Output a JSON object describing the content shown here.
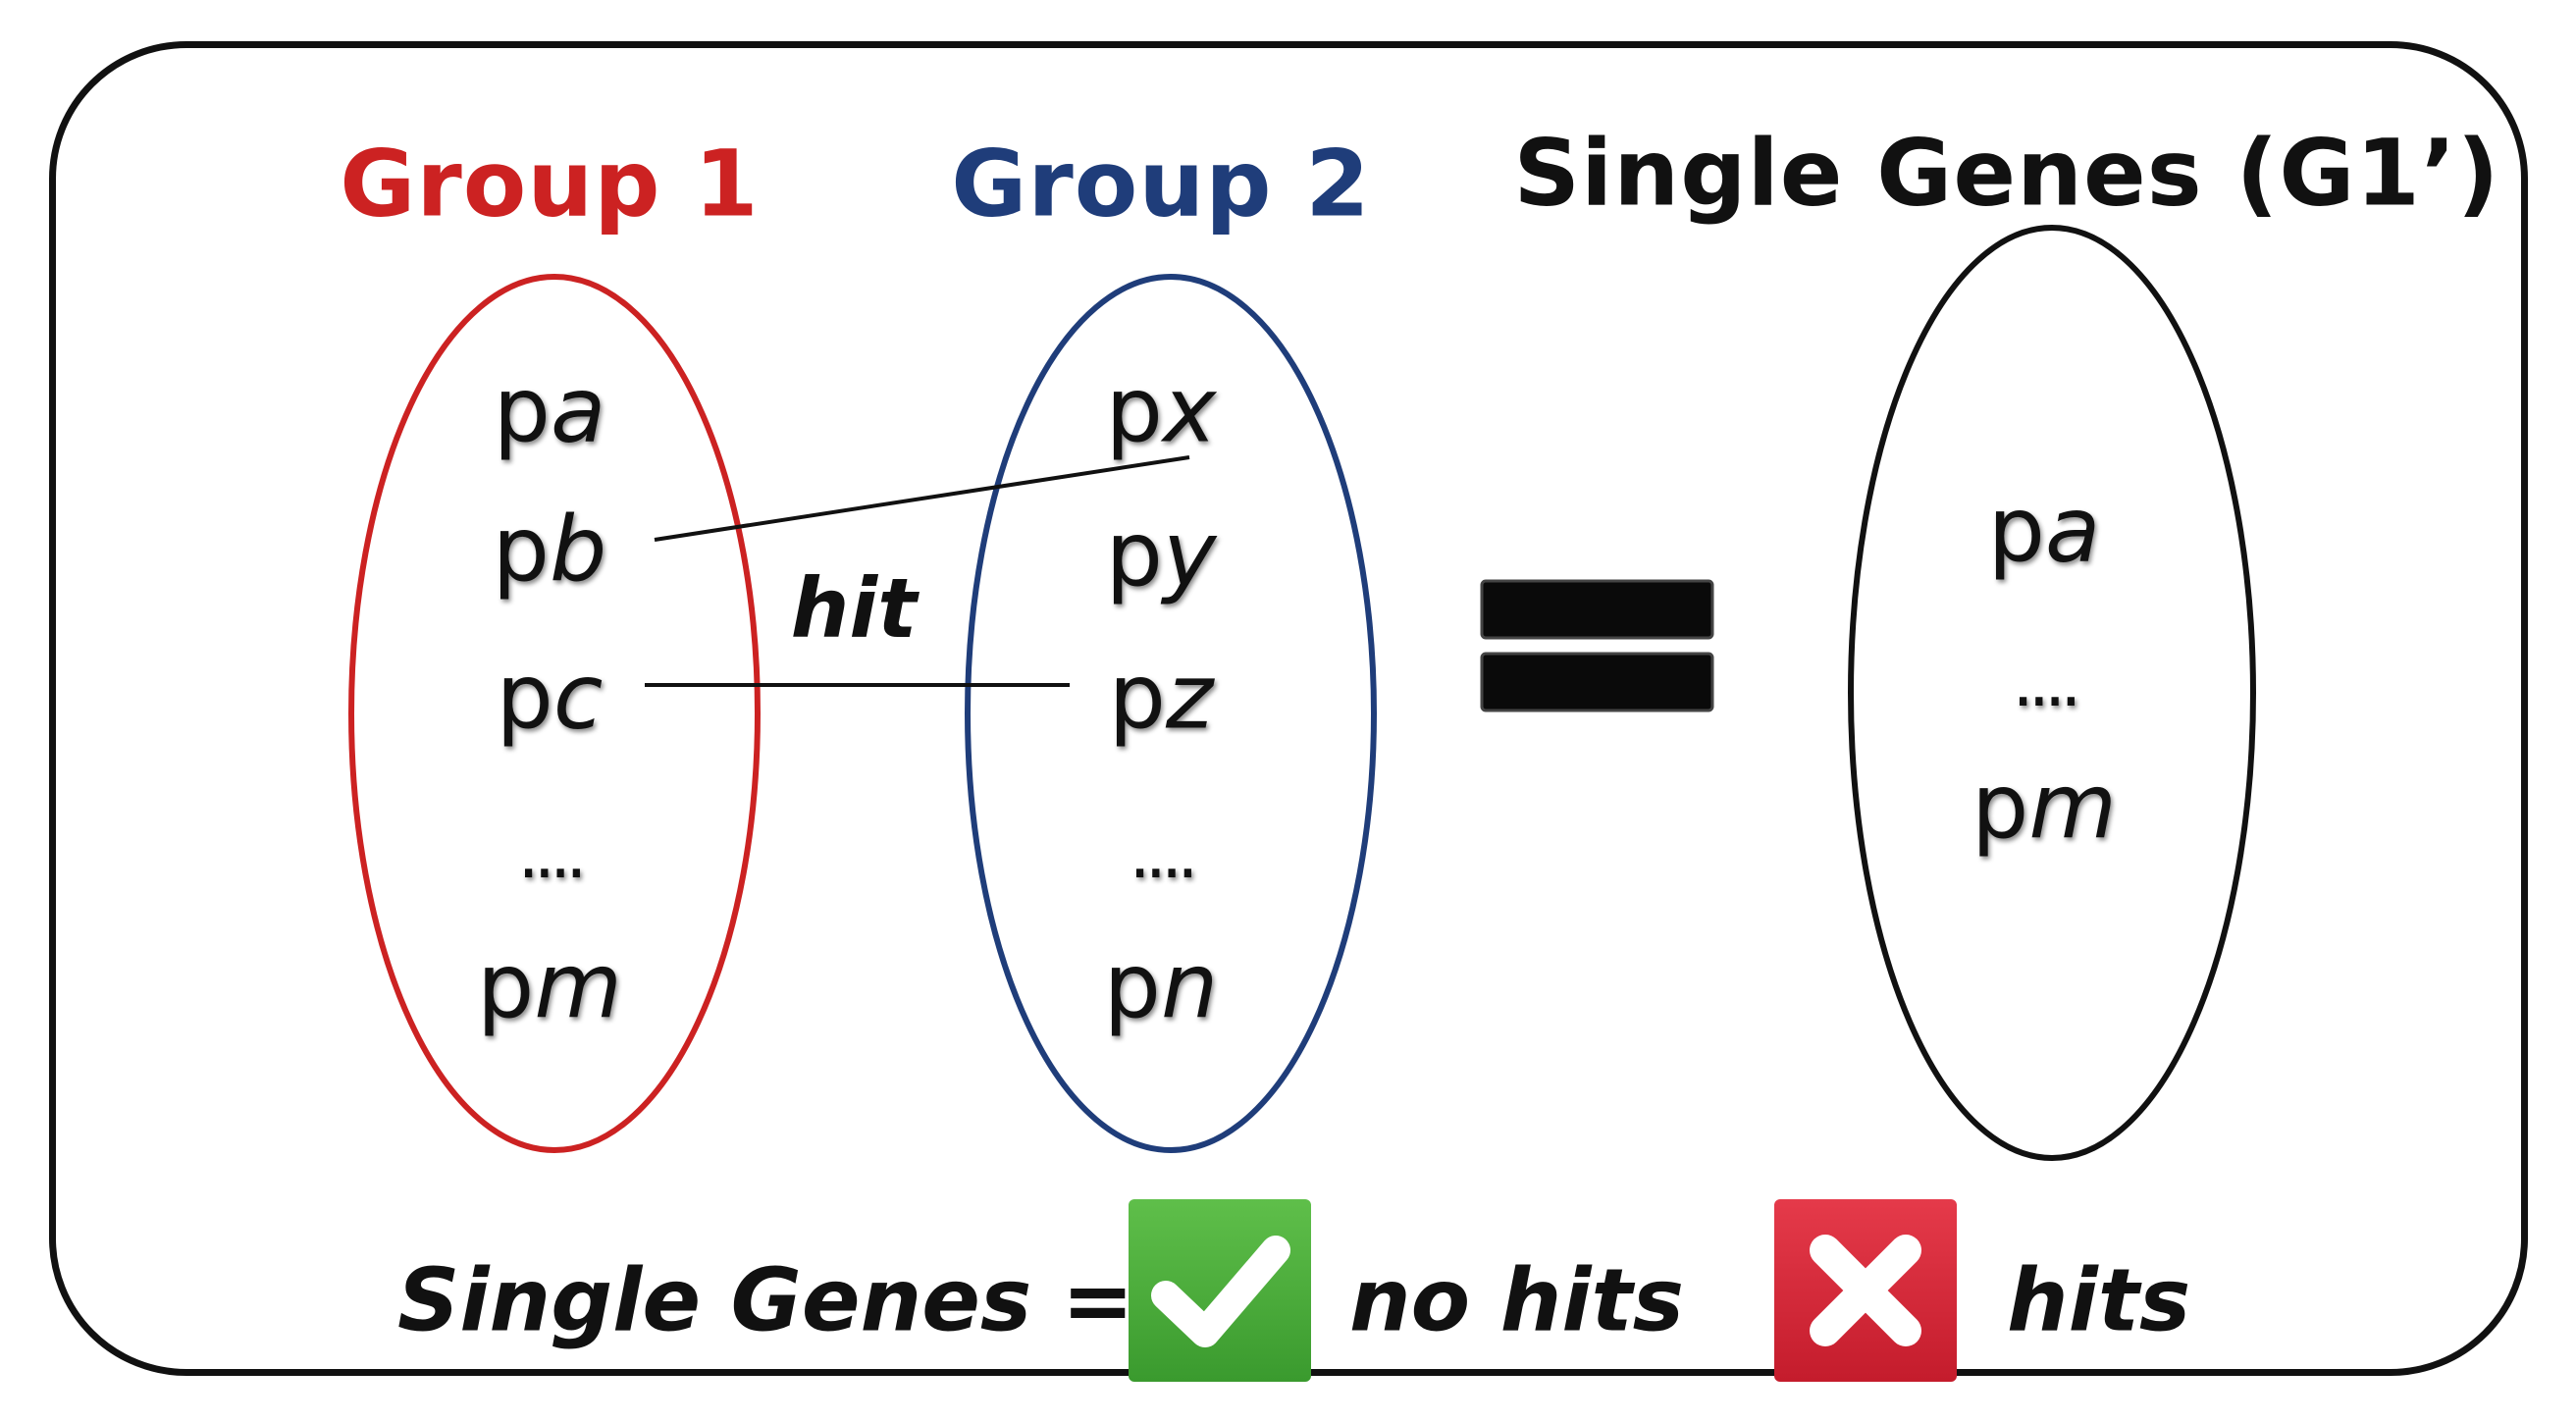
{
  "group1": {
    "title": "Group 1",
    "color": "#cc2222",
    "items": [
      {
        "prefix": "p",
        "suffix": "a"
      },
      {
        "prefix": "p",
        "suffix": "b"
      },
      {
        "prefix": "p",
        "suffix": "c"
      },
      {
        "ellipsis": "...."
      },
      {
        "prefix": "p",
        "suffix": "m"
      }
    ]
  },
  "group2": {
    "title": "Group 2",
    "color": "#1f3d7a",
    "items": [
      {
        "prefix": "p",
        "suffix": "x"
      },
      {
        "prefix": "p",
        "suffix": "y"
      },
      {
        "prefix": "p",
        "suffix": "z"
      },
      {
        "ellipsis": "...."
      },
      {
        "prefix": "p",
        "suffix": "n"
      }
    ]
  },
  "single": {
    "title": "Single Genes (G1’)",
    "color": "#111111",
    "items": [
      {
        "prefix": "p",
        "suffix": "a"
      },
      {
        "ellipsis": "...."
      },
      {
        "prefix": "p",
        "suffix": "m"
      }
    ]
  },
  "connections": [
    {
      "from": "pb",
      "to": "px"
    },
    {
      "from": "pc",
      "to": "pz",
      "label": "hit"
    }
  ],
  "equals_symbol": "=",
  "legend": {
    "prefix": "Single Genes =",
    "check_icon": "check-icon",
    "check_color": "#4caf3c",
    "no_hits": "no hits",
    "x_icon": "x-icon",
    "x_color": "#d9283a",
    "hits": "hits"
  }
}
